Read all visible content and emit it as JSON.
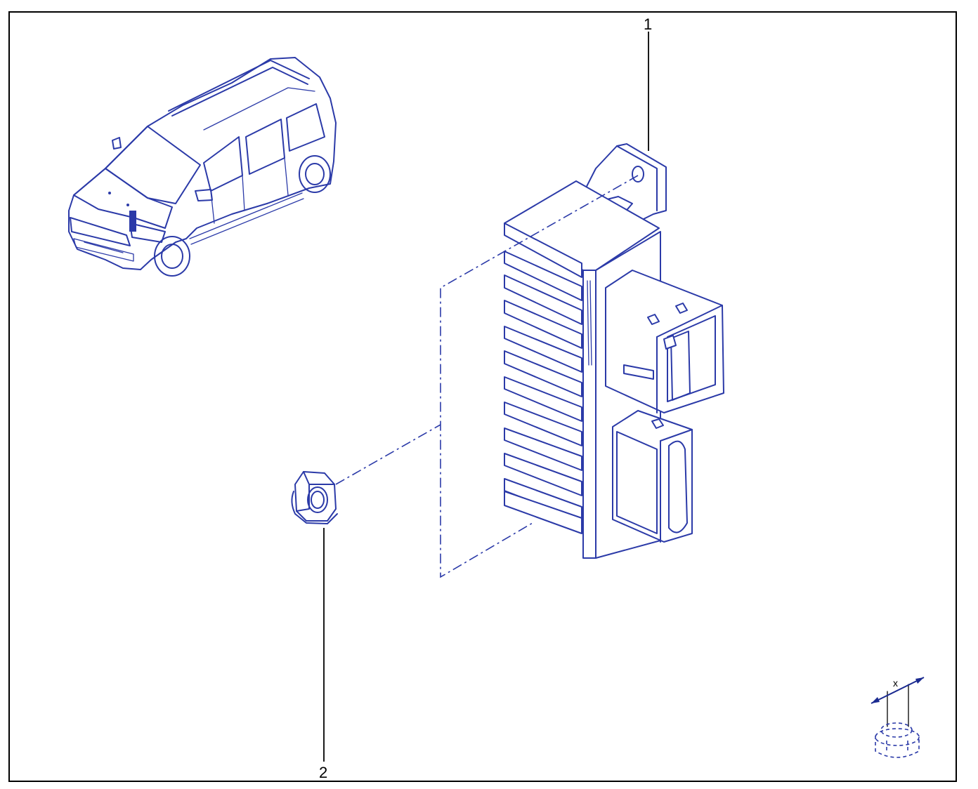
{
  "diagram": {
    "callouts": [
      {
        "id": "1",
        "label": "1"
      },
      {
        "id": "2",
        "label": "2"
      }
    ],
    "torque_symbol_label": "x",
    "colors": {
      "line": "#2b3aa8",
      "frame": "#000000",
      "background": "#ffffff"
    }
  }
}
